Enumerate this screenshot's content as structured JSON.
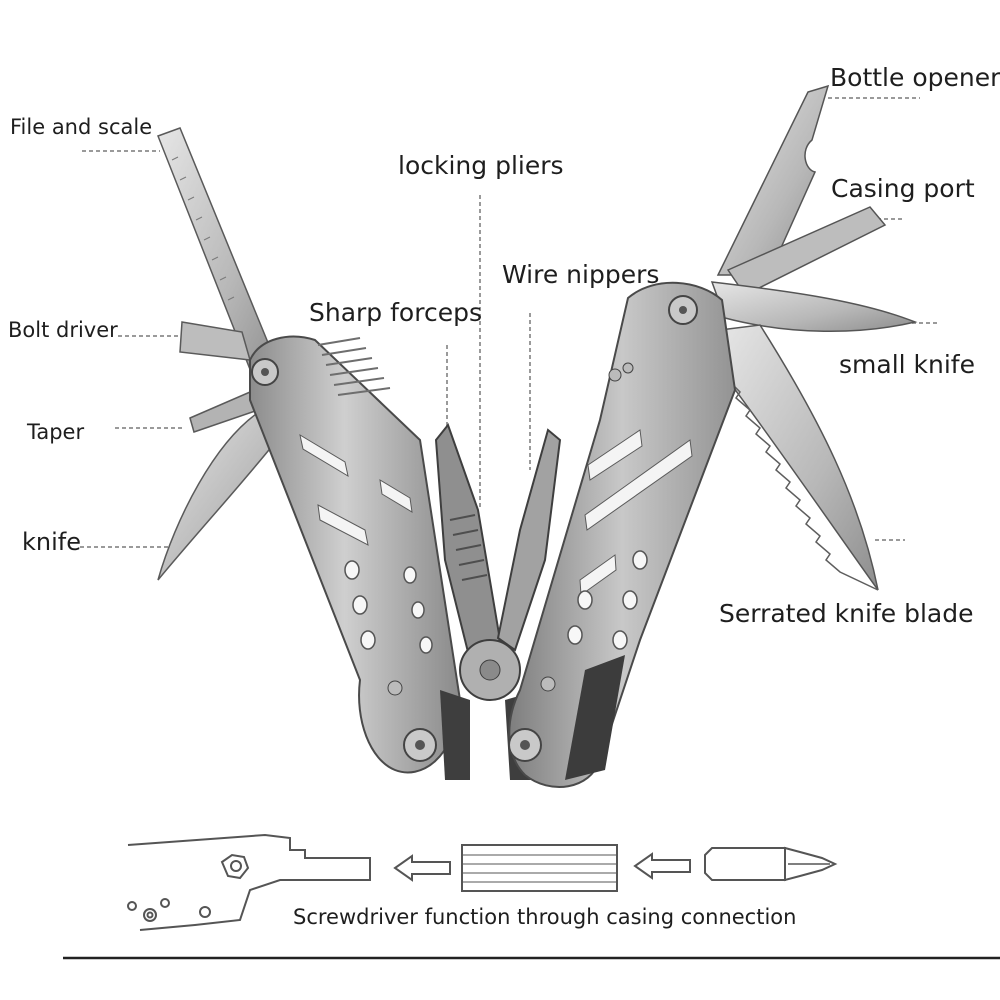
{
  "labels": {
    "file_and_scale": "File and scale",
    "bolt_driver": "Bolt driver",
    "taper": "Taper",
    "knife": "knife",
    "locking_pliers": "locking pliers",
    "sharp_forceps": "Sharp forceps",
    "wire_nippers": "Wire nippers",
    "bottle_opener": "Bottle opener",
    "casing_port": "Casing port",
    "small_knife": "small knife",
    "serrated_knife_blade": "Serrated knife blade"
  },
  "caption": "Screwdriver function through casing connection",
  "colors": {
    "steel_light": "#d2d2d2",
    "steel_mid": "#a9a9a9",
    "steel_dark": "#6f6f6f",
    "outline": "#4a4a4a",
    "leader": "#9a9a9a"
  }
}
